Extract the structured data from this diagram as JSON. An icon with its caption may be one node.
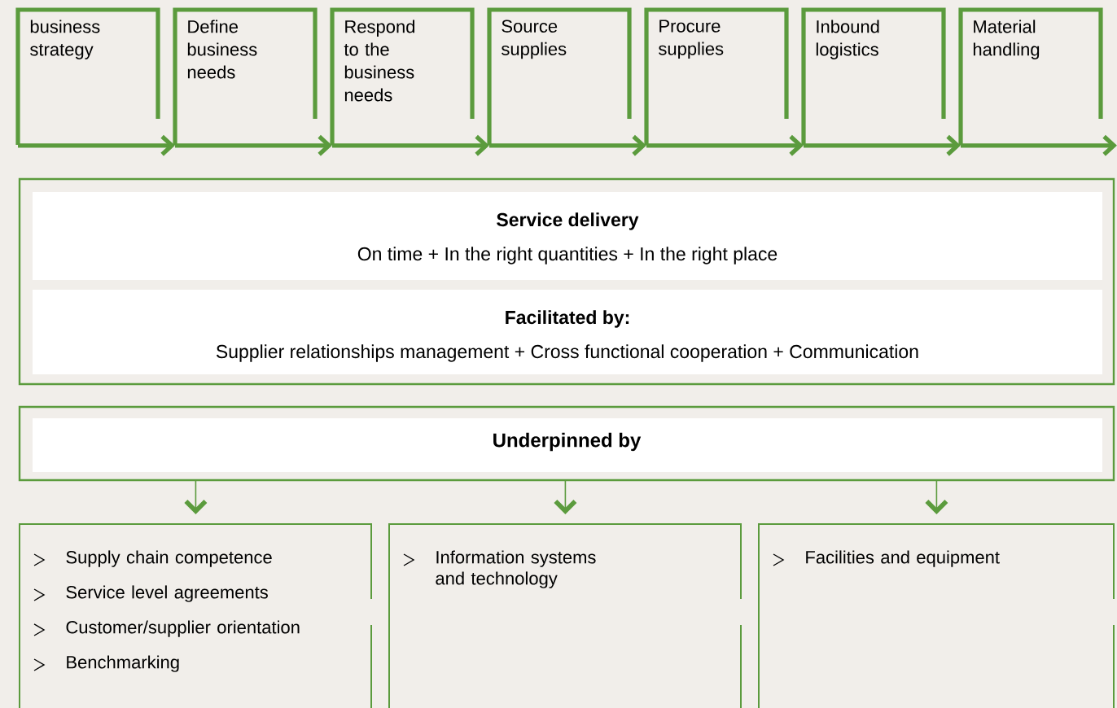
{
  "diagram": {
    "nodes": [
      {
        "text": [
          "business strategy"
        ]
      },
      {
        "text": [
          "Define business needs"
        ]
      },
      {
        "text": [
          "Respond to the business needs"
        ]
      },
      {
        "text": [
          "Source supplies"
        ]
      },
      {
        "text": [
          "Procure supplies"
        ]
      },
      {
        "text": [
          "Inbound logistics"
        ]
      },
      {
        "text": [
          "Material handling"
        ]
      },
      {
        "text": [],
        "shape": "box"
      },
      {
        "text": [
          "Service delivery",
          "On time + In the right quantities + In the right place"
        ],
        "in": 7
      },
      {
        "text": [
          "Facilitated by:",
          "Supplier relationships management + Cross functional cooperation + Communication"
        ],
        "in": 7
      },
      {
        "text": [
          "Underpinned by"
        ]
      },
      {
        "text": [
          "Supply chain competence",
          "Service level agreements",
          "Customer/supplier orientation",
          "Benchmarking"
        ]
      },
      {
        "text": [
          "Information systems and technology"
        ]
      },
      {
        "text": [
          "Facilities and equipment"
        ]
      }
    ],
    "edges": [
      {
        "from": 0,
        "to": 1,
        "arrow": "to"
      },
      {
        "from": 1,
        "to": 2,
        "arrow": "to"
      },
      {
        "from": 2,
        "to": 3,
        "arrow": "to"
      },
      {
        "from": 3,
        "to": 4,
        "arrow": "to"
      },
      {
        "from": 4,
        "to": 5,
        "arrow": "to"
      },
      {
        "from": 5,
        "to": 6,
        "arrow": "to"
      },
      {
        "from": 6,
        "to": null,
        "arrow": "to"
      },
      {
        "from": 10,
        "to": 11,
        "arrow": "to"
      },
      {
        "from": 10,
        "to": 12,
        "arrow": "to"
      },
      {
        "from": 10,
        "to": 13,
        "arrow": "to"
      }
    ]
  }
}
